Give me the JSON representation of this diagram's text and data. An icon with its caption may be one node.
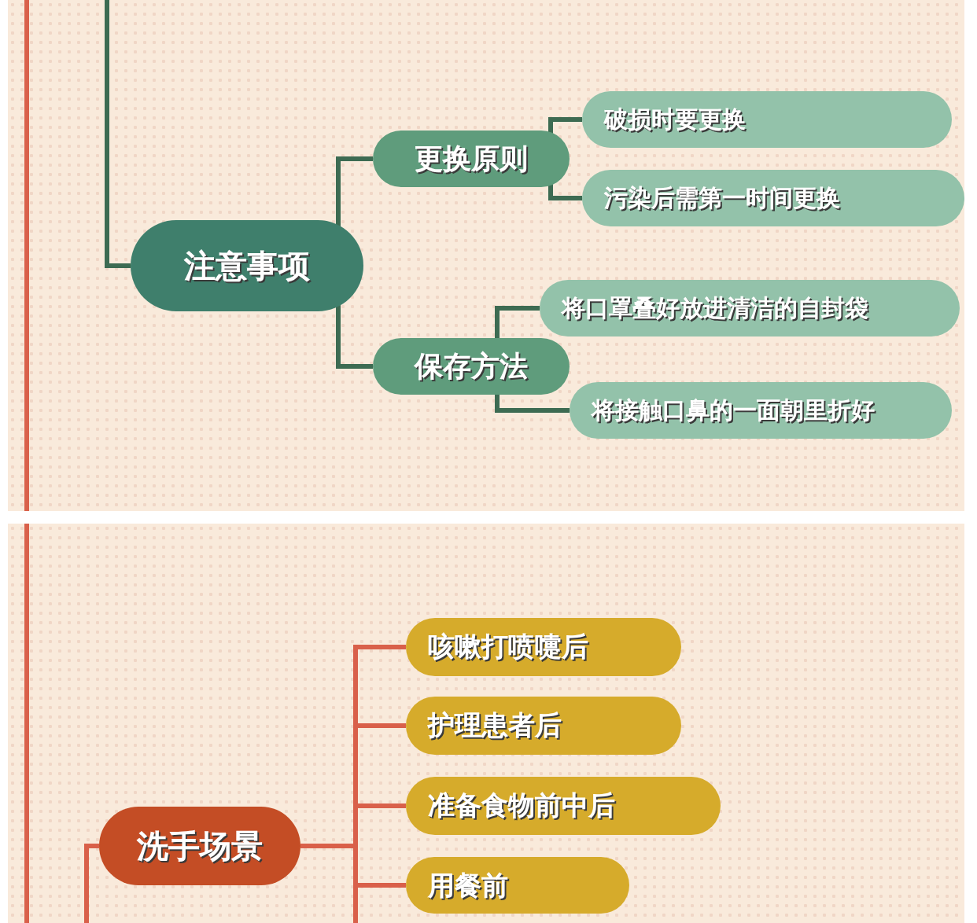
{
  "diagram": {
    "nodes": [
      {
        "text": [
          "注意事项"
        ]
      },
      {
        "text": [
          "更换原则"
        ]
      },
      {
        "text": [
          "破损时要更换"
        ]
      },
      {
        "text": [
          "污染后需第一时间更换"
        ]
      },
      {
        "text": [
          "保存方法"
        ]
      },
      {
        "text": [
          "将口罩叠好放进清洁的自封袋"
        ]
      },
      {
        "text": [
          "将接触口鼻的一面朝里折好"
        ]
      },
      {
        "text": [
          "洗手场景"
        ]
      },
      {
        "text": [
          "咳嗽打喷嚏后"
        ]
      },
      {
        "text": [
          "护理患者后"
        ]
      },
      {
        "text": [
          "准备食物前中后"
        ]
      },
      {
        "text": [
          "用餐前"
        ]
      }
    ],
    "edges": [
      {
        "from": null,
        "to": 0,
        "arrow": "none"
      },
      {
        "from": 0,
        "to": 1,
        "arrow": "none"
      },
      {
        "from": 0,
        "to": 4,
        "arrow": "none"
      },
      {
        "from": 1,
        "to": 2,
        "arrow": "none"
      },
      {
        "from": 1,
        "to": 3,
        "arrow": "none"
      },
      {
        "from": 4,
        "to": 5,
        "arrow": "none"
      },
      {
        "from": 4,
        "to": 6,
        "arrow": "none"
      },
      {
        "from": null,
        "to": 7,
        "arrow": "none",
        "color": "#d9604a"
      },
      {
        "from": 7,
        "to": 8,
        "arrow": "none",
        "color": "#d9604a"
      },
      {
        "from": 7,
        "to": 9,
        "arrow": "none",
        "color": "#d9604a"
      },
      {
        "from": 7,
        "to": 10,
        "arrow": "none",
        "color": "#d9604a"
      },
      {
        "from": 7,
        "to": 11,
        "arrow": "none",
        "color": "#d9604a"
      },
      {
        "from": 7,
        "to": null,
        "arrow": "none",
        "color": "#d9604a"
      }
    ]
  }
}
